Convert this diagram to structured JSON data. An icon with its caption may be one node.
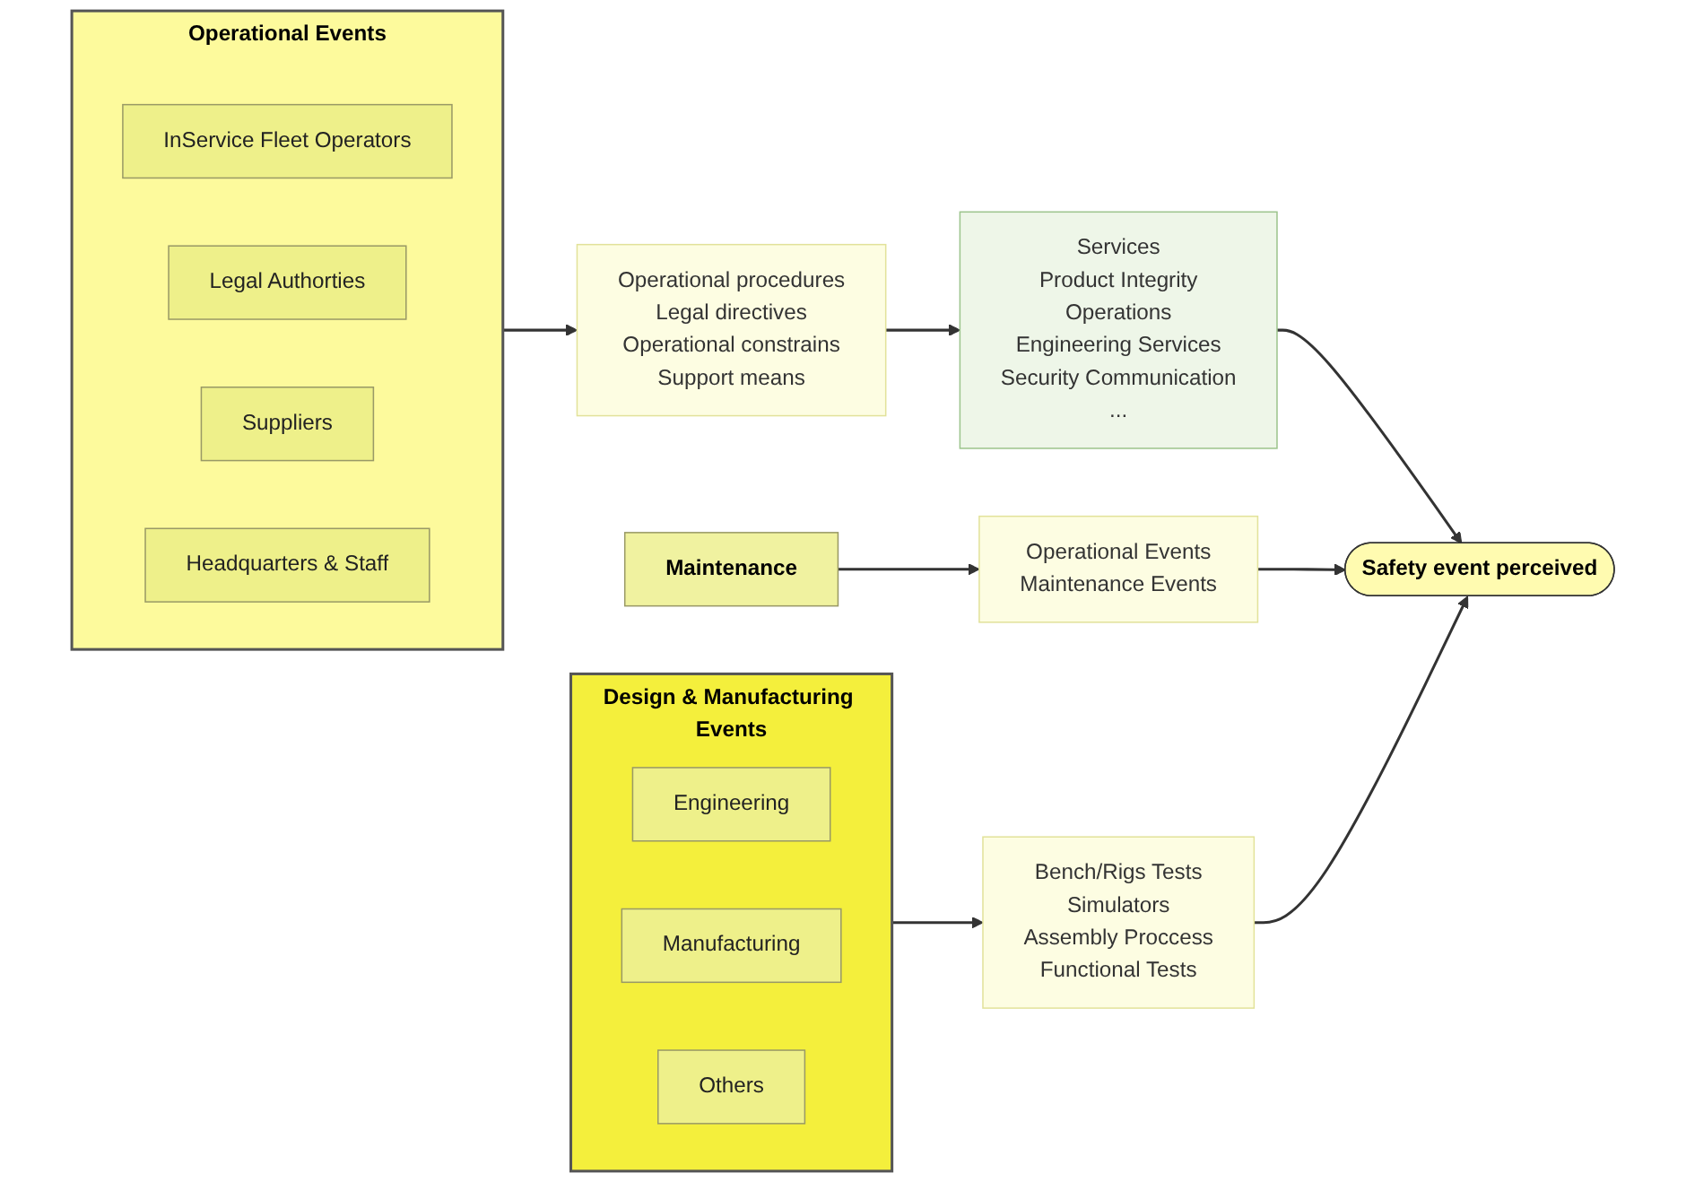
{
  "diagram": {
    "nodes": [
      {
        "text": [
          "Operational Events"
        ]
      },
      {
        "text": [
          "InService Fleet Operators"
        ],
        "in": 0
      },
      {
        "text": [
          "Legal Authorties"
        ],
        "in": 0
      },
      {
        "text": [
          "Suppliers"
        ],
        "in": 0
      },
      {
        "text": [
          "Headquarters & Staff"
        ],
        "in": 0
      },
      {
        "text": [
          "Maintenance"
        ]
      },
      {
        "text": [
          "Design & Manufacturing Events"
        ]
      },
      {
        "text": [
          "Engineering"
        ],
        "in": 6
      },
      {
        "text": [
          "Manufacturing"
        ],
        "in": 6
      },
      {
        "text": [
          "Others"
        ],
        "in": 6
      },
      {
        "text": [
          "Operational procedures",
          "Legal directives",
          "Operational constrains",
          "Support means"
        ]
      },
      {
        "text": [
          "Services",
          "Product Integrity",
          "Operations",
          "Engineering Services",
          "Security Communication",
          "..."
        ]
      },
      {
        "text": [
          "Operational Events",
          "Maintenance Events"
        ]
      },
      {
        "text": [
          "Bench/Rigs Tests",
          "Simulators",
          "Assembly Proccess",
          "Functional Tests"
        ]
      },
      {
        "text": [
          "Safety event perceived"
        ]
      }
    ],
    "edges": [
      {
        "from": 0,
        "to": 10,
        "arrow": "to"
      },
      {
        "from": 10,
        "to": 11,
        "arrow": "to"
      },
      {
        "from": 11,
        "to": 14,
        "arrow": "to"
      },
      {
        "from": 5,
        "to": 12,
        "arrow": "to"
      },
      {
        "from": 12,
        "to": 14,
        "arrow": "to"
      },
      {
        "from": 6,
        "to": 13,
        "arrow": "to"
      },
      {
        "from": 13,
        "to": 14,
        "arrow": "to"
      }
    ]
  }
}
